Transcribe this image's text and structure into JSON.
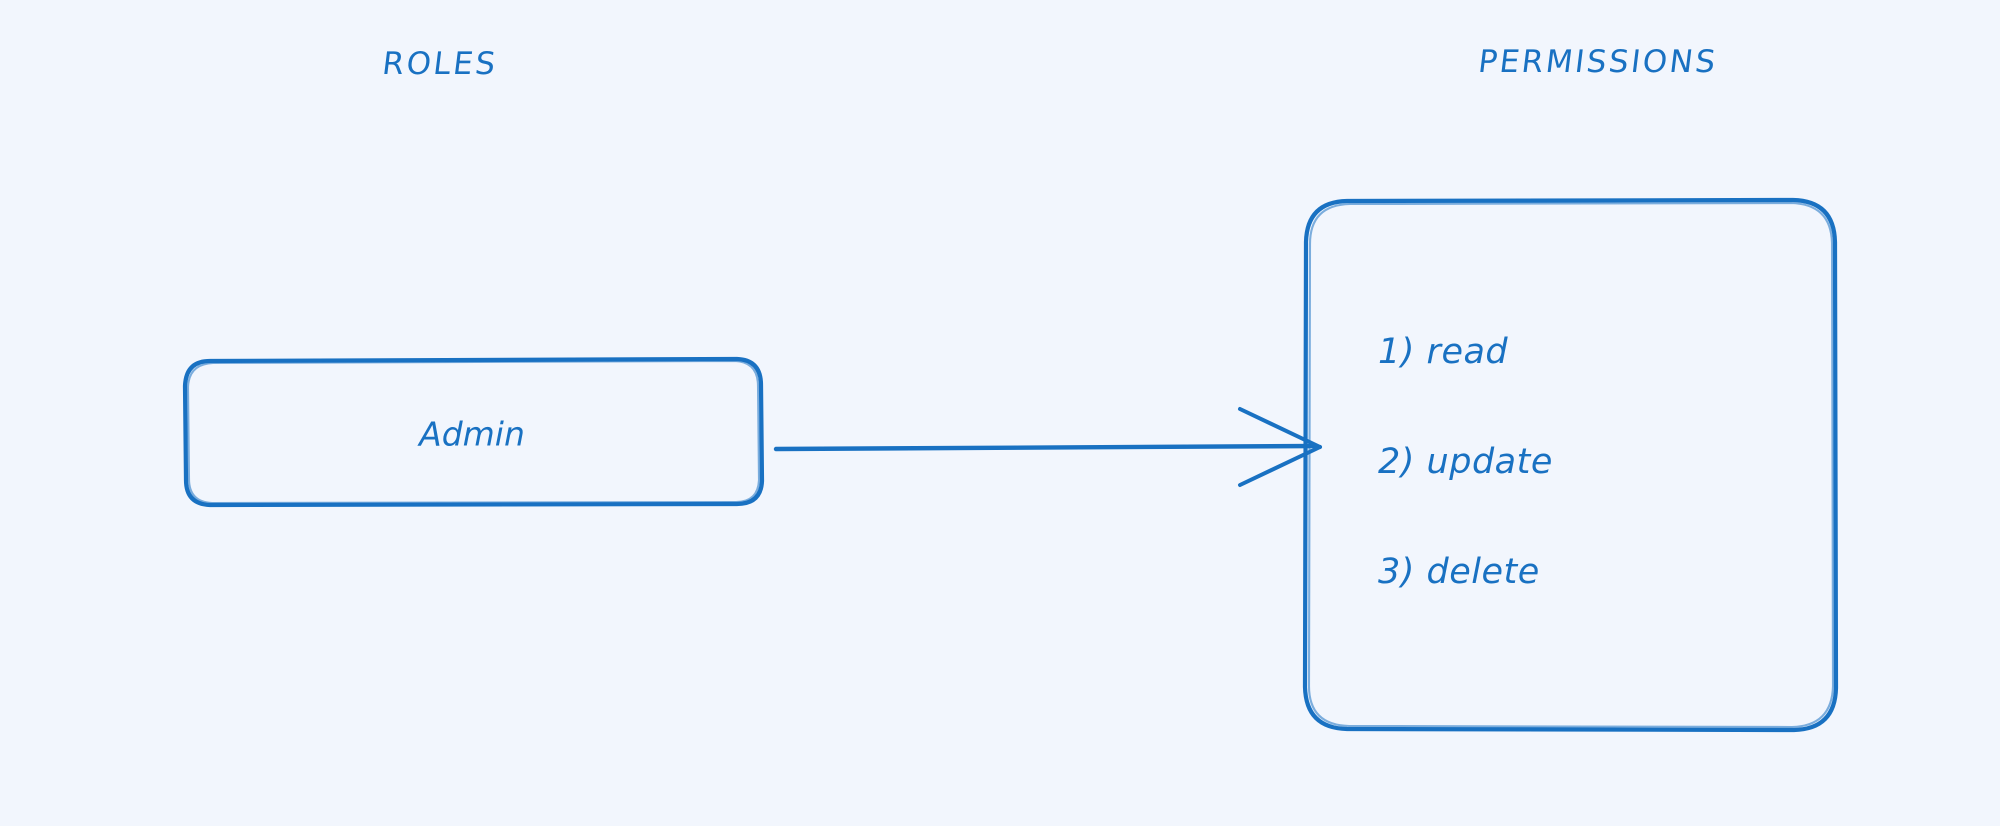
{
  "diagram": {
    "background_color": "#f2f6fd",
    "stroke_color": "#1971c2",
    "columns": [
      {
        "id": "roles",
        "label": "ROLES"
      },
      {
        "id": "permissions",
        "label": "PERMISSIONS"
      }
    ],
    "roles": [
      {
        "id": "admin",
        "label": "Admin"
      }
    ],
    "permissions": {
      "items": [
        {
          "index": "1)",
          "label": "read",
          "text": "1) read"
        },
        {
          "index": "2)",
          "label": "update",
          "text": "2) update"
        },
        {
          "index": "3)",
          "label": "delete",
          "text": "3) delete"
        }
      ]
    },
    "connections": [
      {
        "from": "admin",
        "to": "permissions",
        "type": "arrow",
        "label": ""
      }
    ]
  }
}
